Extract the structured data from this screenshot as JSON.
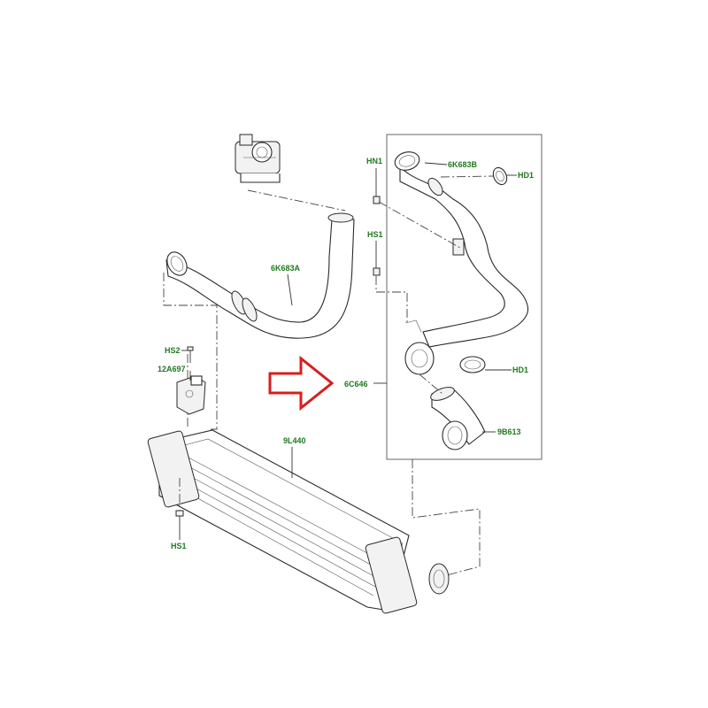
{
  "colors": {
    "label": "#1f7a1f",
    "arrow": "#d81e1e",
    "line": "#333333",
    "frame": "#666666"
  },
  "labels": {
    "hn1": "HN1",
    "k683b": "6K683B",
    "hd1_top": "HD1",
    "hs1_top": "HS1",
    "k683a": "6K683A",
    "c646": "6C646",
    "hd1_mid": "HD1",
    "hs2": "HS2",
    "a697": "12A697",
    "b613": "9B613",
    "l440": "9L440",
    "hs1_bottom": "HS1"
  },
  "icons": {
    "callout_arrow": "right-arrow-outline-icon"
  }
}
